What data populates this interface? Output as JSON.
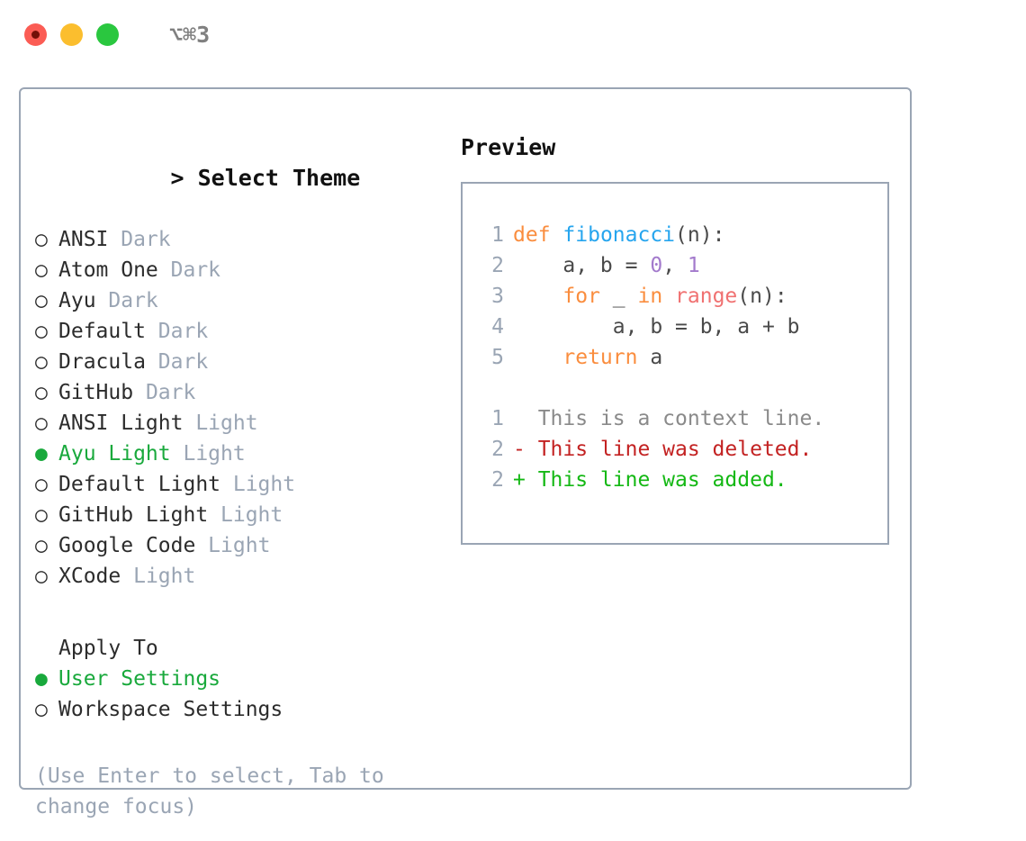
{
  "window": {
    "shortcut": "⌥⌘3",
    "traffic_lights": [
      {
        "name": "close-button",
        "color": "#fb5c54"
      },
      {
        "name": "minimize-button",
        "color": "#fbbe2e"
      },
      {
        "name": "maximize-button",
        "color": "#2ac73f"
      }
    ]
  },
  "theme_section": {
    "prompt": "> ",
    "title": "Select Theme",
    "marker_selected": "● ",
    "marker_unselected": "○ ",
    "items": [
      {
        "label": "ANSI",
        "tag": " Dark",
        "selected": false
      },
      {
        "label": "Atom One",
        "tag": " Dark",
        "selected": false
      },
      {
        "label": "Ayu",
        "tag": " Dark",
        "selected": false
      },
      {
        "label": "Default",
        "tag": " Dark",
        "selected": false
      },
      {
        "label": "Dracula",
        "tag": " Dark",
        "selected": false
      },
      {
        "label": "GitHub",
        "tag": " Dark",
        "selected": false
      },
      {
        "label": "ANSI Light",
        "tag": " Light",
        "selected": false
      },
      {
        "label": "Ayu Light",
        "tag": " Light",
        "selected": true
      },
      {
        "label": "Default Light",
        "tag": " Light",
        "selected": false
      },
      {
        "label": "GitHub Light",
        "tag": " Light",
        "selected": false
      },
      {
        "label": "Google Code",
        "tag": " Light",
        "selected": false
      },
      {
        "label": "XCode",
        "tag": " Light",
        "selected": false
      }
    ]
  },
  "apply_section": {
    "title": "Apply To",
    "items": [
      {
        "label": "User Settings",
        "selected": true
      },
      {
        "label": "Workspace Settings",
        "selected": false
      }
    ]
  },
  "hint": "(Use Enter to select, Tab to change focus)",
  "preview": {
    "title": "Preview",
    "code_lines": [
      {
        "no": "1",
        "tokens": [
          {
            "t": "def",
            "c": "tk-kw"
          },
          {
            "t": " ",
            "c": "tk-pl"
          },
          {
            "t": "fibonacci",
            "c": "tk-fn"
          },
          {
            "t": "(n):",
            "c": "tk-pl"
          }
        ]
      },
      {
        "no": "2",
        "tokens": [
          {
            "t": "    a, b = ",
            "c": "tk-pl"
          },
          {
            "t": "0",
            "c": "tk-num"
          },
          {
            "t": ", ",
            "c": "tk-pl"
          },
          {
            "t": "1",
            "c": "tk-num"
          }
        ]
      },
      {
        "no": "3",
        "tokens": [
          {
            "t": "    ",
            "c": "tk-pl"
          },
          {
            "t": "for",
            "c": "tk-kw"
          },
          {
            "t": " _ ",
            "c": "tk-pl"
          },
          {
            "t": "in",
            "c": "tk-kw"
          },
          {
            "t": " ",
            "c": "tk-pl"
          },
          {
            "t": "range",
            "c": "tk-bi"
          },
          {
            "t": "(n):",
            "c": "tk-pl"
          }
        ]
      },
      {
        "no": "4",
        "tokens": [
          {
            "t": "        a, b = b, a + b",
            "c": "tk-pl"
          }
        ]
      },
      {
        "no": "5",
        "tokens": [
          {
            "t": "    ",
            "c": "tk-pl"
          },
          {
            "t": "return",
            "c": "tk-kw"
          },
          {
            "t": " a",
            "c": "tk-pl"
          }
        ]
      }
    ],
    "diff_lines": [
      {
        "no": "1",
        "sign": "  ",
        "text": "This is a context line.",
        "kind": "diff-ctx"
      },
      {
        "no": "2",
        "sign": "- ",
        "text": "This line was deleted.",
        "kind": "diff-del"
      },
      {
        "no": "2",
        "sign": "+ ",
        "text": "This line was added.",
        "kind": "diff-add"
      }
    ]
  }
}
